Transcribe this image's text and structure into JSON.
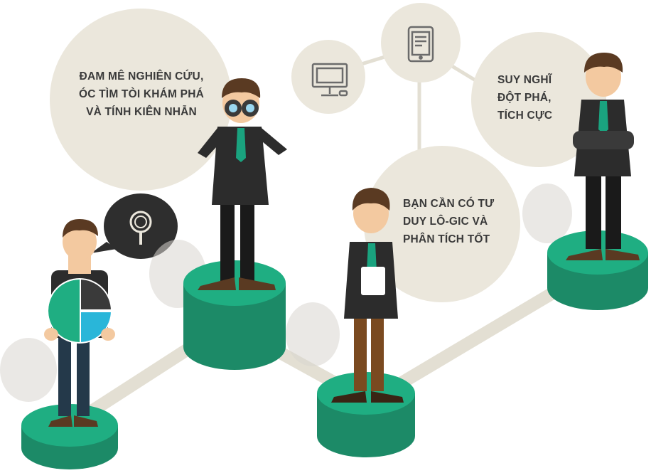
{
  "captions": {
    "research": {
      "lines": [
        "ĐAM MÊ NGHIÊN CỨU,",
        "ÓC TÌM TÒI KHÁM PHÁ",
        "VÀ TÍNH KIÊN NHẪN"
      ]
    },
    "logic": {
      "lines": [
        "BẠN CẦN CÓ TƯ",
        "DUY LÔ-GIC VÀ",
        "PHÂN TÍCH TỐT"
      ]
    },
    "breakthrough": {
      "lines": [
        "SUY NGHĨ",
        "ĐỘT PHÁ,",
        "TÍCH CỰC"
      ]
    }
  },
  "icons": [
    "magnifier-icon",
    "monitor-icon",
    "tablet-icon",
    "pie-chart-icon",
    "binoculars-icon"
  ],
  "colors": {
    "bubble": "#ebe7dc",
    "pedestal_top": "#1fae82",
    "pedestal_side": "#1c8a67",
    "suit": "#2c2c2c",
    "tie": "#1aa37f",
    "hair": "#5a3a22",
    "skin": "#f3c9a0",
    "connector": "#e3dfd3"
  }
}
